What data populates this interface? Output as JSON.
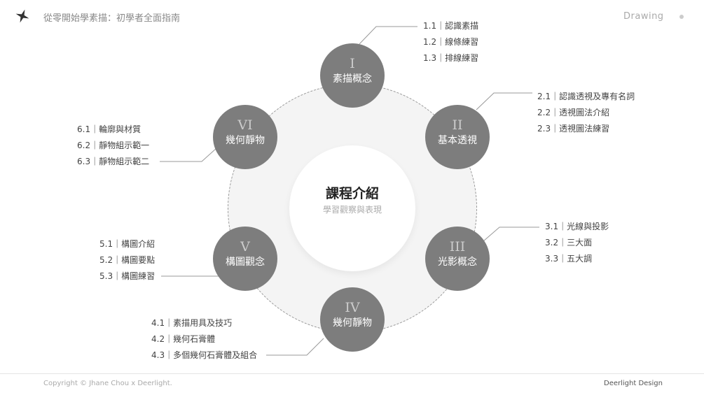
{
  "header": {
    "title": "從零開始學素描：初學者全面指南",
    "section": "Drawing",
    "logo_icon": "sparkle-star-icon"
  },
  "center": {
    "title": "課程介紹",
    "subtitle": "學習觀察與表現"
  },
  "nodes": [
    {
      "num": "I",
      "label": "素描概念",
      "items": [
        "1.1｜認識素描",
        "1.2｜線條練習",
        "1.3｜排線練習"
      ]
    },
    {
      "num": "II",
      "label": "基本透視",
      "items": [
        "2.1｜認識透視及專有名詞",
        "2.2｜透視圖法介紹",
        "2.3｜透視圖法練習"
      ]
    },
    {
      "num": "III",
      "label": "光影概念",
      "items": [
        "3.1｜光線與投影",
        "3.2｜三大面",
        "3.3｜五大調"
      ]
    },
    {
      "num": "IV",
      "label": "幾何靜物",
      "items": [
        "4.1｜素描用具及技巧",
        "4.2｜幾何石膏體",
        "4.3｜多個幾何石膏體及組合"
      ]
    },
    {
      "num": "V",
      "label": "構圖觀念",
      "items": [
        "5.1｜構圖介紹",
        "5.2｜構圖要點",
        "5.3｜構圖練習"
      ]
    },
    {
      "num": "VI",
      "label": "幾何靜物",
      "items": [
        "6.1｜輪廓與材質",
        "6.2｜靜物組示範一",
        "6.3｜靜物組示範二"
      ]
    }
  ],
  "footer": {
    "copyright": "Copyright © Jhane Chou x Deerlight.",
    "brand": "Deerlight Design"
  }
}
